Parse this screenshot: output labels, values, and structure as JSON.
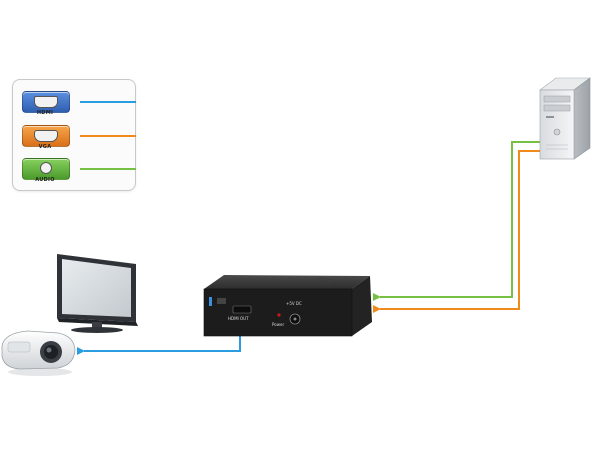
{
  "legend": {
    "items": [
      {
        "label": "HDMI",
        "color": "#2a9de0",
        "badge_color": "#3a6fc4"
      },
      {
        "label": "VGA",
        "color": "#f08a1c",
        "badge_color": "#e7871f"
      },
      {
        "label": "AUDIO",
        "color": "#76c043",
        "badge_color": "#5db33a"
      }
    ]
  },
  "devices": {
    "computer": {
      "icon": "tower-pc-icon"
    },
    "monitor": {
      "icon": "lcd-monitor-icon"
    },
    "projector": {
      "icon": "projector-icon"
    },
    "converter": {
      "icon": "converter-box-icon",
      "labels": {
        "hdmi_out": "HDMI OUT",
        "power": "Power",
        "dc": "+5V DC"
      }
    }
  },
  "connections": [
    {
      "from": "computer",
      "to": "converter",
      "type": "VGA",
      "color": "#f08a1c"
    },
    {
      "from": "computer",
      "to": "converter",
      "type": "AUDIO",
      "color": "#76c043"
    },
    {
      "from": "converter",
      "to": "projector",
      "type": "HDMI",
      "color": "#2a9de0"
    }
  ]
}
